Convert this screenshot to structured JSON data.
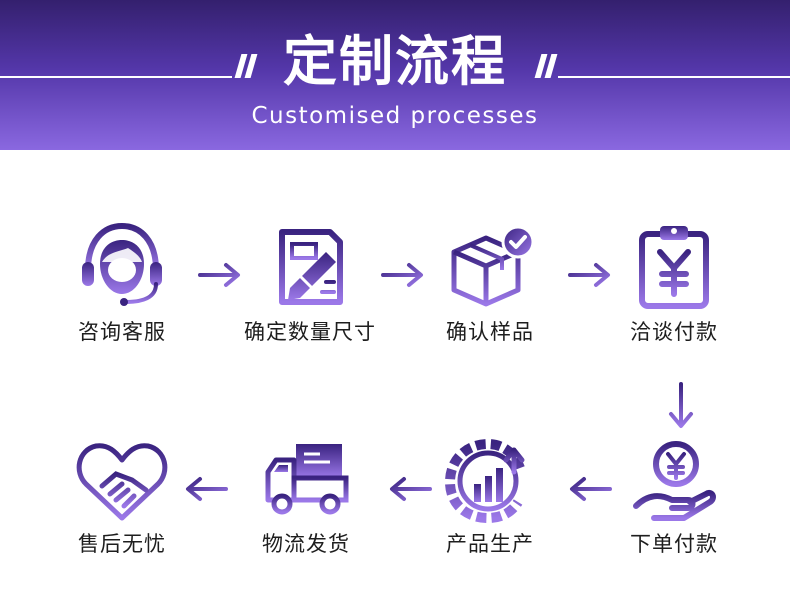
{
  "header": {
    "title": "定制流程",
    "subtitle": "Customised processes"
  },
  "steps": [
    {
      "label": "咨询客服",
      "icon": "customer-service-headset-icon"
    },
    {
      "label": "确定数量尺寸",
      "icon": "edit-document-pencil-icon"
    },
    {
      "label": "确认样品",
      "icon": "package-check-icon"
    },
    {
      "label": "洽谈付款",
      "icon": "clipboard-yen-icon"
    },
    {
      "label": "下单付款",
      "icon": "hand-yen-coin-icon"
    },
    {
      "label": "产品生产",
      "icon": "production-gear-chart-icon"
    },
    {
      "label": "物流发货",
      "icon": "delivery-truck-icon"
    },
    {
      "label": "售后无忧",
      "icon": "handshake-heart-icon"
    }
  ],
  "colors": {
    "banner_dark": "#34206e",
    "banner_light": "#8a68e0",
    "icon_dark": "#3a2380",
    "icon_light": "#9b78e8"
  }
}
